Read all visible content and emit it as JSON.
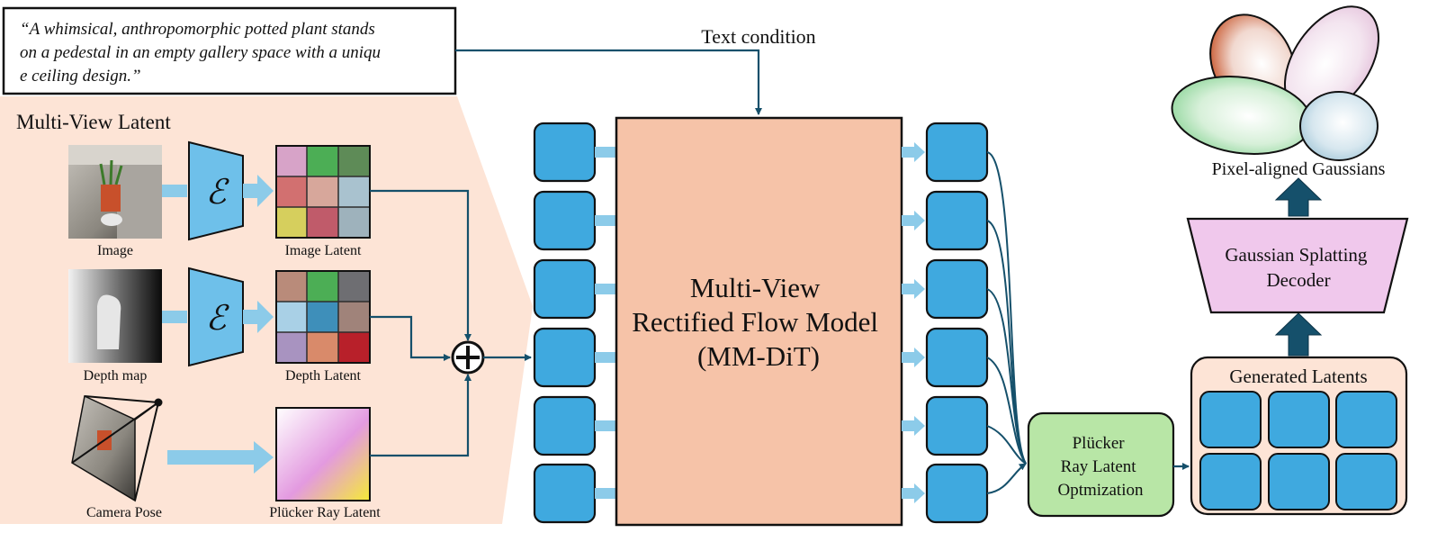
{
  "prompt": {
    "line1": "“A whimsical, anthropomorphic potted plant stands",
    "line2": "on a pedestal in an empty gallery space with a uniqu",
    "line3": "e ceiling design.”"
  },
  "text_condition": "Text condition",
  "multiview_latent": {
    "title": "Multi-View Latent",
    "encoder_symbol": "ℰ",
    "image_label": "Image",
    "image_latent_label": "Image Latent",
    "depth_label": "Depth map",
    "depth_latent_label": "Depth Latent",
    "camera_label": "Camera Pose",
    "plucker_latent_label": "Plücker Ray Latent"
  },
  "model": {
    "line1": "Multi-View",
    "line2": "Rectified Flow Model",
    "line3": "(MM-DiT)"
  },
  "optimization": {
    "line1": "Plücker",
    "line2": "Ray Latent",
    "line3": "Optmization"
  },
  "generated_latents": "Generated Latents",
  "decoder": {
    "line1": "Gaussian Splatting",
    "line2": "Decoder"
  },
  "gaussians_label": "Pixel-aligned Gaussians",
  "colors": {
    "token_blue": "#3fa9df",
    "model_fill": "#f6c3a8",
    "panel_fill": "#fde4d6",
    "optim_fill": "#b8e6a6",
    "decoder_fill": "#f0c8ec",
    "dark_teal": "#15506b",
    "light_arrow": "#8ccbe9"
  }
}
